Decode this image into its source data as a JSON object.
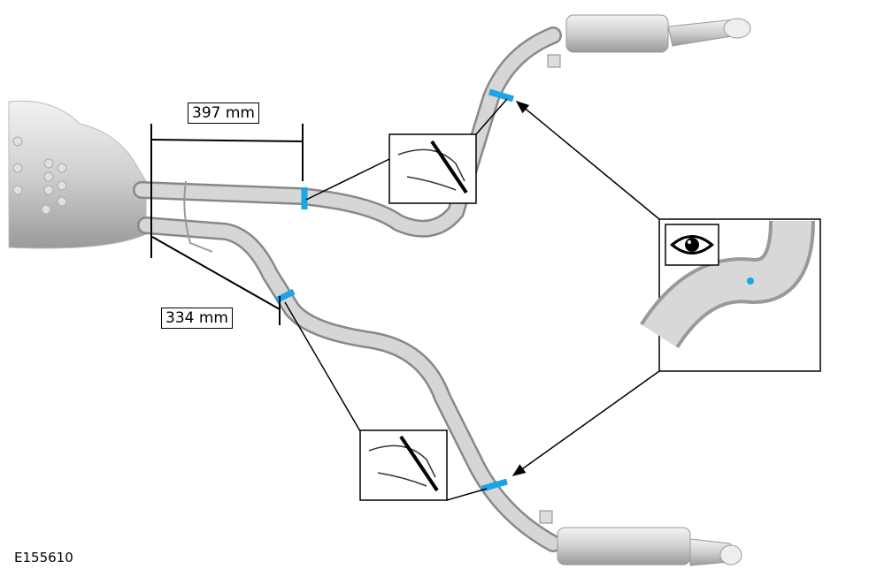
{
  "dimensions": {
    "upper": "397 mm",
    "lower": "334 mm"
  },
  "figure_id": "E155610",
  "colors": {
    "marker": "#1aa6e6",
    "pipe": "#c8c8c8",
    "line": "#000000"
  }
}
